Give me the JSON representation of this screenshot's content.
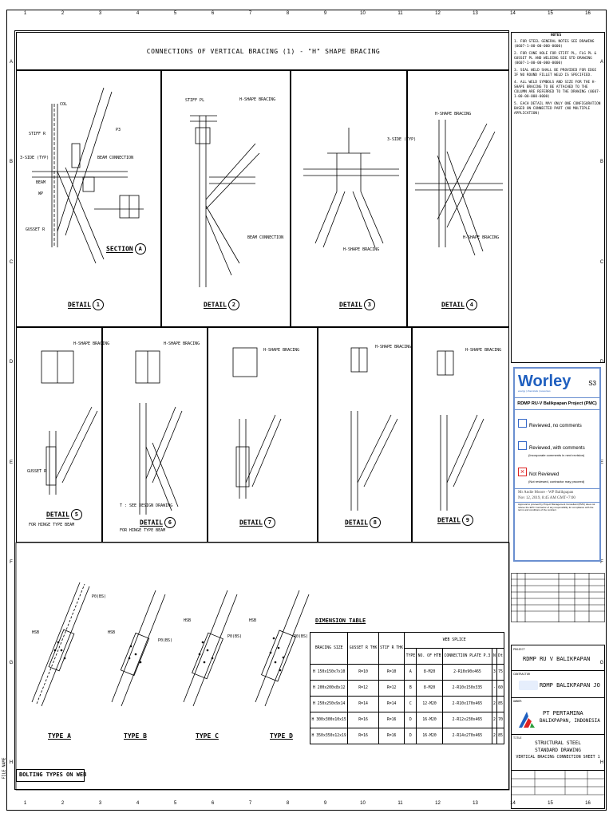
{
  "grid": {
    "columns": [
      "1",
      "2",
      "3",
      "4",
      "5",
      "6",
      "7",
      "8",
      "9",
      "10",
      "11",
      "12",
      "13",
      "14",
      "15",
      "16"
    ],
    "rows": [
      "A",
      "B",
      "C",
      "D",
      "E",
      "F",
      "G",
      "H"
    ]
  },
  "sheet_title": "CONNECTIONS OF VERTICAL BRACING (1) - \"H\" SHAPE BRACING",
  "details": [
    {
      "label": "DETAIL",
      "num": "1"
    },
    {
      "label": "DETAIL",
      "num": "2"
    },
    {
      "label": "DETAIL",
      "num": "3"
    },
    {
      "label": "DETAIL",
      "num": "4"
    },
    {
      "label": "DETAIL",
      "num": "5",
      "note": "FOR HINGE TYPE BEAM"
    },
    {
      "label": "DETAIL",
      "num": "6",
      "note": "FOR HINGE TYPE BEAM"
    },
    {
      "label": "DETAIL",
      "num": "7"
    },
    {
      "label": "DETAIL",
      "num": "8"
    },
    {
      "label": "DETAIL",
      "num": "9"
    }
  ],
  "section": {
    "label": "SECTION",
    "ref": "A"
  },
  "labels": {
    "col": "COL",
    "stiff": "STIFF R",
    "stiff_pl": "STIFF PL",
    "beam": "BEAM",
    "wp": "WP",
    "p3": "P3",
    "gusset": "GUSSET R",
    "h_bracing": "H-SHAPE BRACING",
    "beam_conn": "BEAM CONNECTION",
    "three_side": "3-SIDE (TYP)",
    "t_note": "T : SEE DESIGN DRAWING",
    "p0": "P0(BS)",
    "hsb": "HSB"
  },
  "bolting": {
    "title": "BOLTING TYPES ON WEB",
    "types": [
      "TYPE A",
      "TYPE B",
      "TYPE C",
      "TYPE D"
    ]
  },
  "dim_table": {
    "title": "DIMENSION TABLE",
    "headers": [
      "BRACING SIZE",
      "GUSSET R THK",
      "STIF R THK",
      "WEB SPLICE",
      "TYPE",
      "NO. OF HTB",
      "CONNECTION PLATE P.3",
      "N",
      "Dt"
    ],
    "rows": [
      [
        "H 150x150x7x10",
        "R=10",
        "R=10",
        "A",
        "8-M20",
        "2-R10x90x465",
        "3",
        "75"
      ],
      [
        "H 200x200x8x12",
        "R=12",
        "R=12",
        "B",
        "8-M20",
        "2-R10x150x335",
        "-",
        "60"
      ],
      [
        "H 250x250x9x14",
        "R=14",
        "R=14",
        "C",
        "12-M20",
        "2-R10x170x465",
        "2",
        "85"
      ],
      [
        "H 300x300x10x15",
        "R=16",
        "R=16",
        "D",
        "16-M20",
        "2-R12x230x465",
        "2",
        "70"
      ],
      [
        "H 350x350x12x19",
        "R=16",
        "R=16",
        "D",
        "16-M20",
        "2-R14x270x465",
        "2",
        "85"
      ]
    ]
  },
  "notes": {
    "title": "NOTES",
    "items": [
      "1. FOR STEEL GENERAL NOTES SEE DRAWING (0607-1-00-00-000-0000)",
      "2. FOR CONE HOLE FOR STIFF PL, FLG PL & GUSSET PL AND WELDING SEE STD DRAWING (0607-1-00-00-000-0000)",
      "3. SEAL WELD SHALL BE PROVIDED FOR EDGE IF NO ROUND FILLET WELD IS SPECIFIED.",
      "4. ALL WELD SYMBOLS AND SIZE FOR THE H-SHAPE BRACING TO BE ATTACHED TO THE COLUMN ARE REFERRED TO THE DRAWING (0607-1-00-00-000-0000)",
      "5. EACH DETAIL MAY ONLY ONE CONFIGURATION BASED ON CONNECTED PART (NO MULTIPLE APPLICATION)"
    ]
  },
  "stamp": {
    "brand": "Worley",
    "brand_sub": "energy | chemicals | resources",
    "code": "S3",
    "project": "RDMP RU-V Balikpapan Project (PMC)",
    "options": [
      {
        "label": "Reviewed, no comments",
        "sub": "",
        "checked": false
      },
      {
        "label": "Reviewed, with comments",
        "sub": "(Incorporate comments in next revision)",
        "checked": false
      },
      {
        "label": "Not Reviewed",
        "sub": "(Not reviewed, contractor may proceed)",
        "checked": true
      }
    ],
    "signer": "Mr Andie Moore - WP Balikpapan",
    "date": "Nov 12, 2019, 8:45 AM GMT+7:00",
    "footer": "Approval to proceed by Project Management Consultant (PMC) does not relieve the EPC Contractor of any responsibility for compliance with the terms and conditions of the contract."
  },
  "title_block": {
    "project_label": "PROJECT",
    "project": "RDMP RU V BALIKPAPAN",
    "contractor_label": "CONTRACTOR",
    "contractor": "RDMP BALIKPAPAN JO",
    "owner_label": "OWNER",
    "owner_line1": "PT PERTAMINA",
    "owner_line2": "BALIKPAPAN, INDONESIA",
    "title_label": "TITLE",
    "title_line1": "STRUCTURAL STEEL",
    "title_line2": "STANDARD DRAWING",
    "title_line3": "VERTICAL BRACING CONNECTION SHEET 1"
  },
  "side_label": "FILE NAME",
  "colors": {
    "stamp_border": "#6a8fd0",
    "brand": "#1f5fbf",
    "check": "#3568c8",
    "cross": "#d22"
  }
}
